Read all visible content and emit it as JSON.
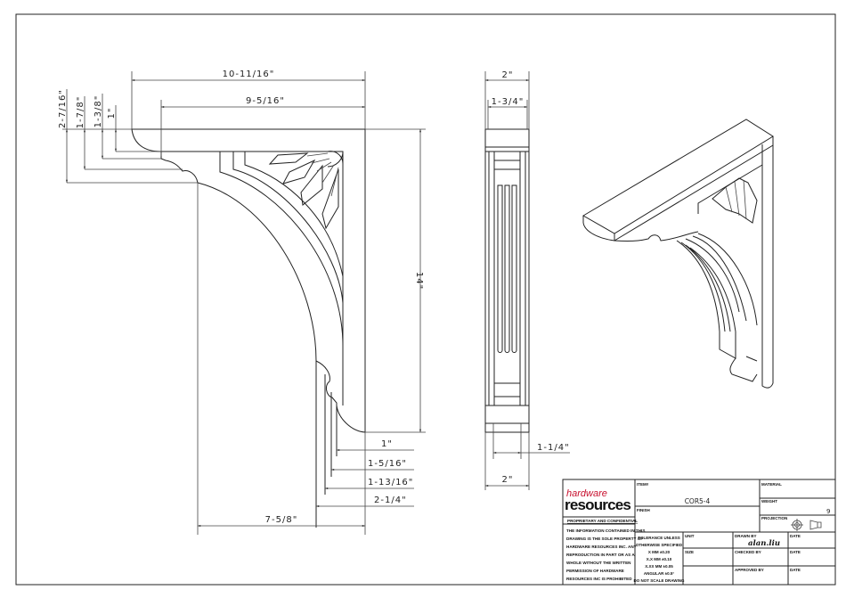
{
  "front_view": {
    "dims": {
      "overall_width": "10-11/16\"",
      "inner_width": "9-5/16\"",
      "height": "14\"",
      "base_width": "7-5/8\"",
      "left_2_7_16": "2-7/16\"",
      "left_1_7_8": "1-7/8\"",
      "left_1_3_8": "1-3/8\"",
      "left_1": "1\"",
      "bottom_1": "1\"",
      "bottom_1_5_16": "1-5/16\"",
      "bottom_1_13_16": "1-13/16\"",
      "bottom_2_1_4": "2-1/4\""
    }
  },
  "side_view": {
    "dims": {
      "top_width": "2\"",
      "top_inner": "1-3/4\"",
      "bottom_inner": "1-1/4\"",
      "bottom_width": "2\""
    }
  },
  "title_block": {
    "logo_top": "hardware",
    "logo_bottom": "resources",
    "logo_color": "#c8102e",
    "proprietary_heading": "PROPRIETARY AND CONFIDENTIAL",
    "proprietary_text": [
      "THE INFORMATION CONTAINED IN THIS",
      "DRAWING IS THE SOLE PROPERTY OF",
      "HARDWARE RESOURCES INC.  ANY",
      "REPRODUCTION IN PART OR AS A",
      "WHOLE  WITHOUT THE WRITTEN",
      "PERMISSION OF HARDWARE",
      "RESOURCES INC  IS PROHIBITED"
    ],
    "item_label": "ITEM#",
    "item_value": "COR5-4",
    "finish_label": "FINISH",
    "material_label": "MATERIAL",
    "weight_label": "WEIGHT",
    "weight_value": "9",
    "projection_label": "PROJECTION",
    "tolerance": [
      "TOLERANCE UNLESS",
      "OTHERWISE SPECIFIED",
      "X    MM    ±0.20",
      "X.X  MM    ±0.10",
      "X.XX  MM   ±0.05",
      "ANGULAR     ±0.5°",
      "DO NOT SCALE DRAWING"
    ],
    "unit_label": "UNIT",
    "size_label": "SIZE",
    "drawn_by_label": "DRAWN BY",
    "drawn_by_value": "alan.liu",
    "checked_by_label": "CHECKED BY",
    "approved_by_label": "APPROVED BY",
    "date_label": "DATE"
  }
}
